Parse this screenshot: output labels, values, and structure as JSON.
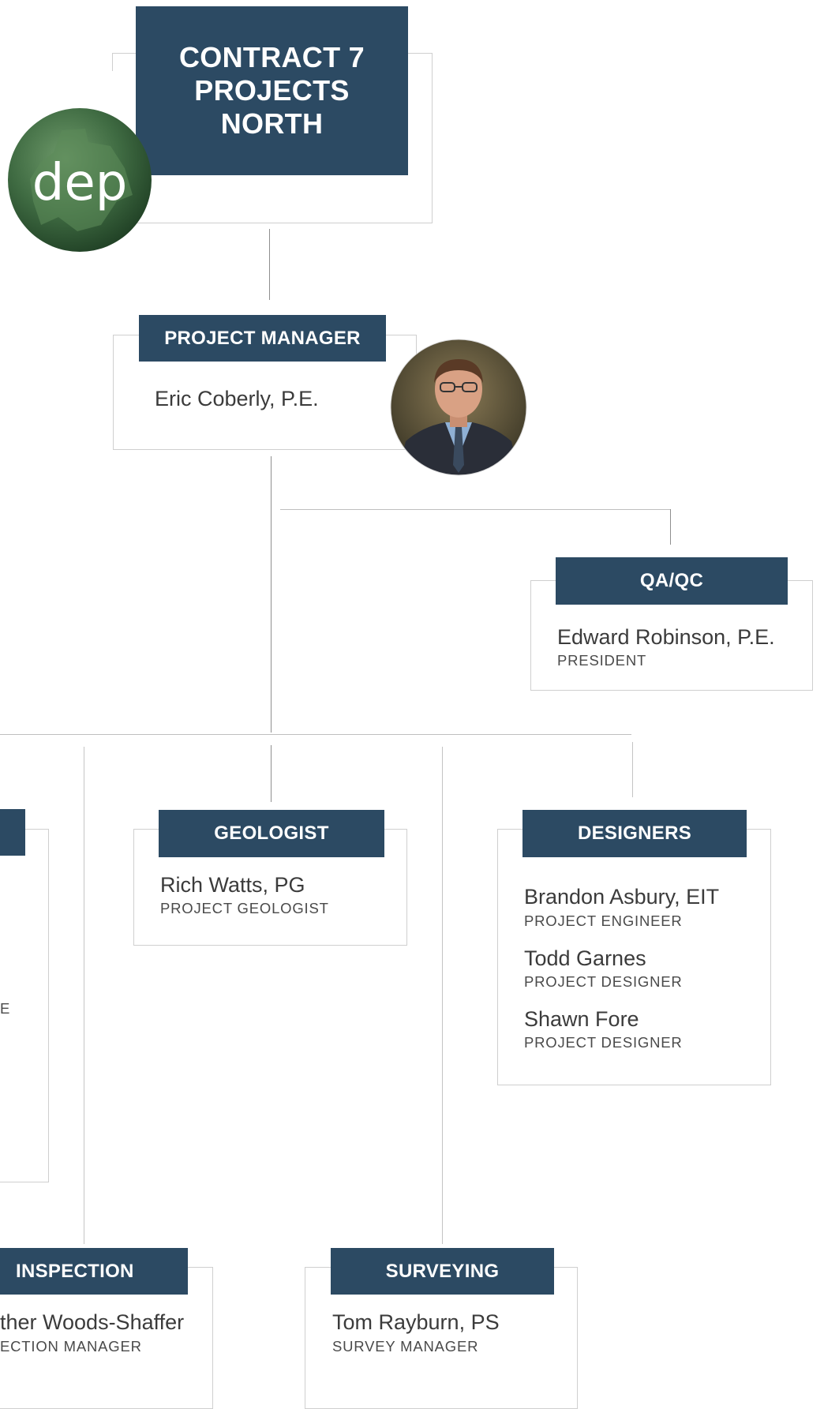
{
  "top_box": {
    "title_line1": "CONTRACT 7",
    "title_line2": "PROJECTS",
    "title_line3": "NORTH"
  },
  "logo": {
    "text": "dep"
  },
  "project_manager": {
    "header": "PROJECT MANAGER",
    "name": "Eric Coberly, P.E."
  },
  "qaqc": {
    "header": "QA/QC",
    "name": "Edward Robinson, P.E.",
    "title": "PRESIDENT"
  },
  "geologist": {
    "header": "GEOLOGIST",
    "name": "Rich Watts, PG",
    "title": "PROJECT GEOLOGIST"
  },
  "designers": {
    "header": "DESIGNERS",
    "members": [
      {
        "name": "Brandon Asbury, EIT",
        "title": "PROJECT ENGINEER"
      },
      {
        "name": "Todd Garnes",
        "title": "PROJECT DESIGNER"
      },
      {
        "name": "Shawn Fore",
        "title": "PROJECT DESIGNER"
      }
    ]
  },
  "partial_left": {
    "fragment": "E"
  },
  "inspection": {
    "header": "INSPECTION",
    "name": "ther Woods-Shaffer",
    "title": "ECTION MANAGER"
  },
  "surveying": {
    "header": "SURVEYING",
    "name": "Tom Rayburn, PS",
    "title": "SURVEY MANAGER"
  },
  "colors": {
    "header_bg": "#2c4a63",
    "frame": "#cfcfcf",
    "connector": "#8f8f8f"
  }
}
